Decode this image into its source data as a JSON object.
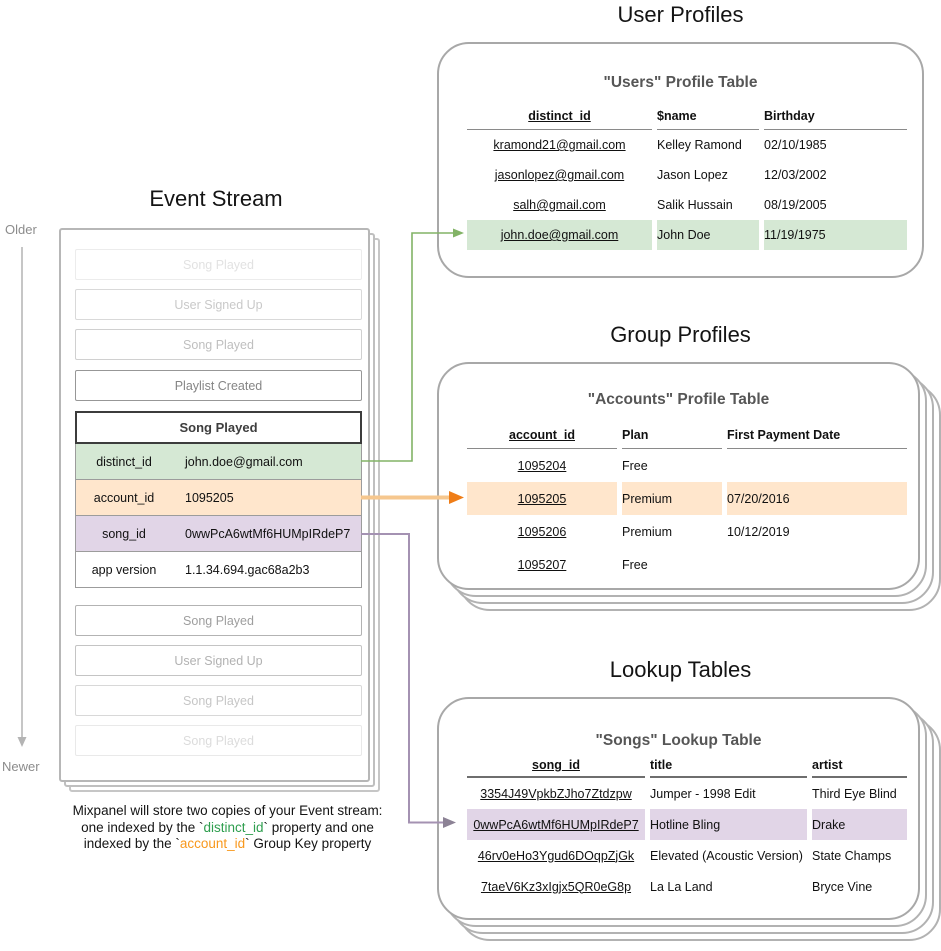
{
  "event_stream": {
    "title": "Event Stream",
    "older_label": "Older",
    "newer_label": "Newer",
    "events_before": [
      "Song Played",
      "User Signed Up",
      "Song Played",
      "Playlist Created"
    ],
    "detail": {
      "title": "Song Played",
      "rows": [
        {
          "key": "distinct_id",
          "value": "john.doe@gmail.com"
        },
        {
          "key": "account_id",
          "value": "1095205"
        },
        {
          "key": "song_id",
          "value": "0wwPcA6wtMf6HUMpIRdeP7"
        },
        {
          "key": "app version",
          "value": "1.1.34.694.gac68a2b3"
        }
      ]
    },
    "events_after": [
      "Song Played",
      "User Signed Up",
      "Song Played",
      "Song Played"
    ]
  },
  "user_profiles": {
    "section_title": "User Profiles",
    "table_title": "\"Users\" Profile Table",
    "columns": [
      "distinct_id",
      "$name",
      "Birthday"
    ],
    "rows": [
      [
        "kramond21@gmail.com",
        "Kelley Ramond",
        "02/10/1985"
      ],
      [
        "jasonlopez@gmail.com",
        "Jason Lopez",
        "12/03/2002"
      ],
      [
        "salh@gmail.com",
        "Salik Hussain",
        "08/19/2005"
      ],
      [
        "john.doe@gmail.com",
        "John Doe",
        "11/19/1975"
      ]
    ],
    "highlighted_row": "john.doe@gmail.com"
  },
  "group_profiles": {
    "section_title": "Group Profiles",
    "table_title": "\"Accounts\" Profile Table",
    "columns": [
      "account_id",
      "Plan",
      "First Payment Date"
    ],
    "rows": [
      [
        "1095204",
        "Free",
        ""
      ],
      [
        "1095205",
        "Premium",
        "07/20/2016"
      ],
      [
        "1095206",
        "Premium",
        "10/12/2019"
      ],
      [
        "1095207",
        "Free",
        ""
      ]
    ],
    "highlighted_row": "1095205"
  },
  "lookup_tables": {
    "section_title": "Lookup Tables",
    "table_title": "\"Songs\" Lookup Table",
    "columns": [
      "song_id",
      "title",
      "artist"
    ],
    "rows": [
      [
        "3354J49VpkbZJho7Ztdzpw",
        "Jumper - 1998 Edit",
        "Third Eye Blind"
      ],
      [
        "0wwPcA6wtMf6HUMpIRdeP7",
        "Hotline Bling",
        "Drake"
      ],
      [
        "46rv0eHo3Ygud6DOqpZjGk",
        "Elevated (Acoustic Version)",
        "State Champs"
      ],
      [
        "7taeV6Kz3xIgjx5QR0eG8p",
        "La La Land",
        "Bryce Vine"
      ]
    ],
    "highlighted_row": "0wwPcA6wtMf6HUMpIRdeP7"
  },
  "footnote": {
    "line1": "Mixpanel will store two copies of your Event stream:",
    "line2_pre": "one indexed by the `",
    "line2_code": "distinct_id",
    "line2_post": "` property and one",
    "line3_pre": "indexed by the `",
    "line3_code": "account_id",
    "line3_post": "` Group Key property"
  },
  "colors": {
    "highlight_green": "#d5e8d4",
    "highlight_orange": "#ffe6cc",
    "highlight_purple": "#e1d5e7",
    "arrow_green": "#82b366",
    "arrow_orange_line": "#f6c78e",
    "arrow_orange_head": "#ef7d17",
    "arrow_purple": "#a492b2",
    "code_green": "#2e9e4e",
    "code_orange": "#f8981d"
  }
}
